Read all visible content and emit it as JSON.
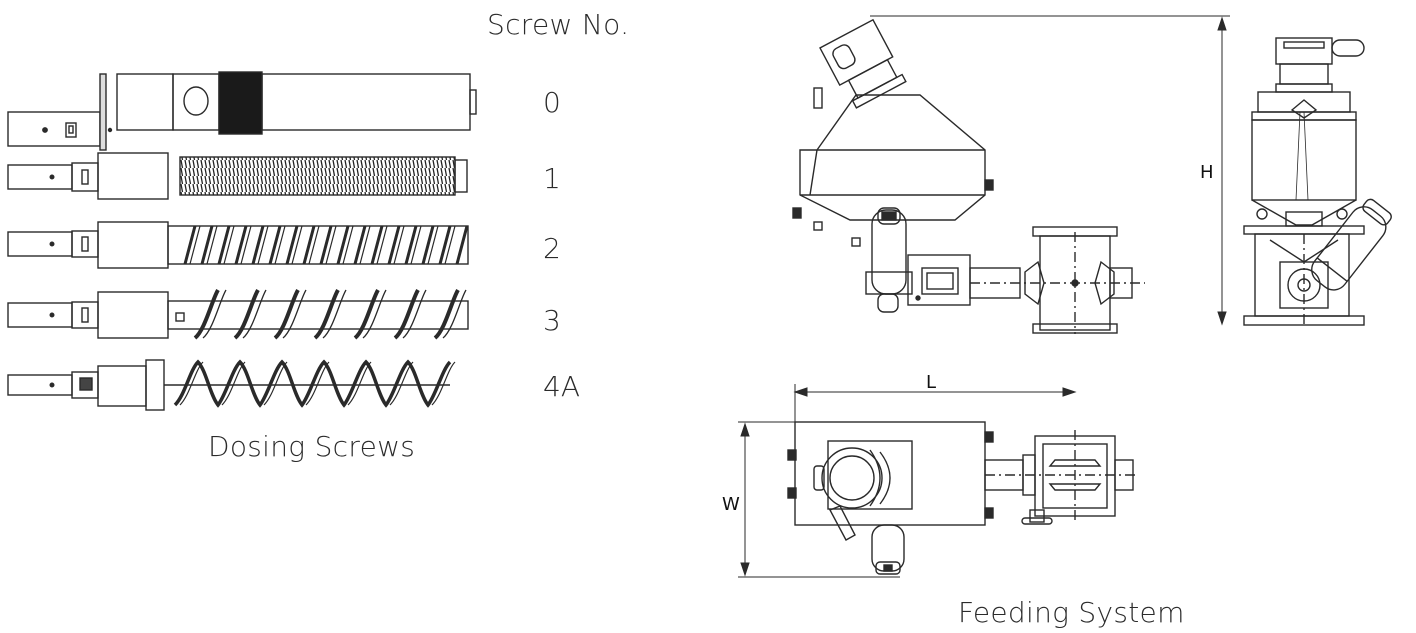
{
  "dosing": {
    "header": "Screw No.",
    "caption": "Dosing Screws",
    "screw_numbers": [
      "0",
      "1",
      "2",
      "3",
      "4A"
    ]
  },
  "feeding": {
    "caption": "Feeding System",
    "dimensions": {
      "height": "H",
      "length": "L",
      "width": "W"
    }
  }
}
